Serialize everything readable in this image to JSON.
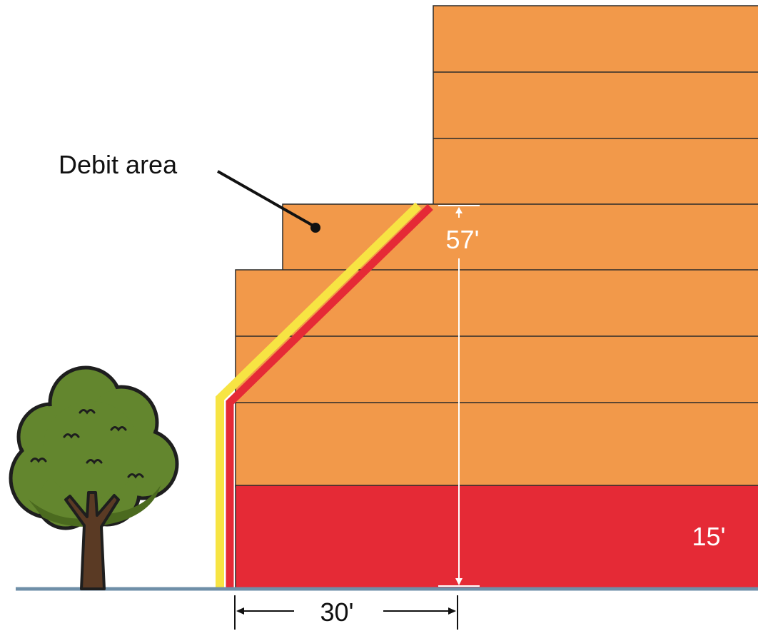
{
  "labels": {
    "debit_area": "Debit area",
    "height": "57'",
    "base": "15'",
    "setback": "30'"
  },
  "colors": {
    "building_fill": "#f2994a",
    "base_fill": "#e52a36",
    "yellow_line": "#f7e443",
    "red_line": "#e52a36",
    "ground_line": "#6f8fa8",
    "tree_foliage": "#63862e",
    "tree_trunk": "#5a3a24"
  }
}
